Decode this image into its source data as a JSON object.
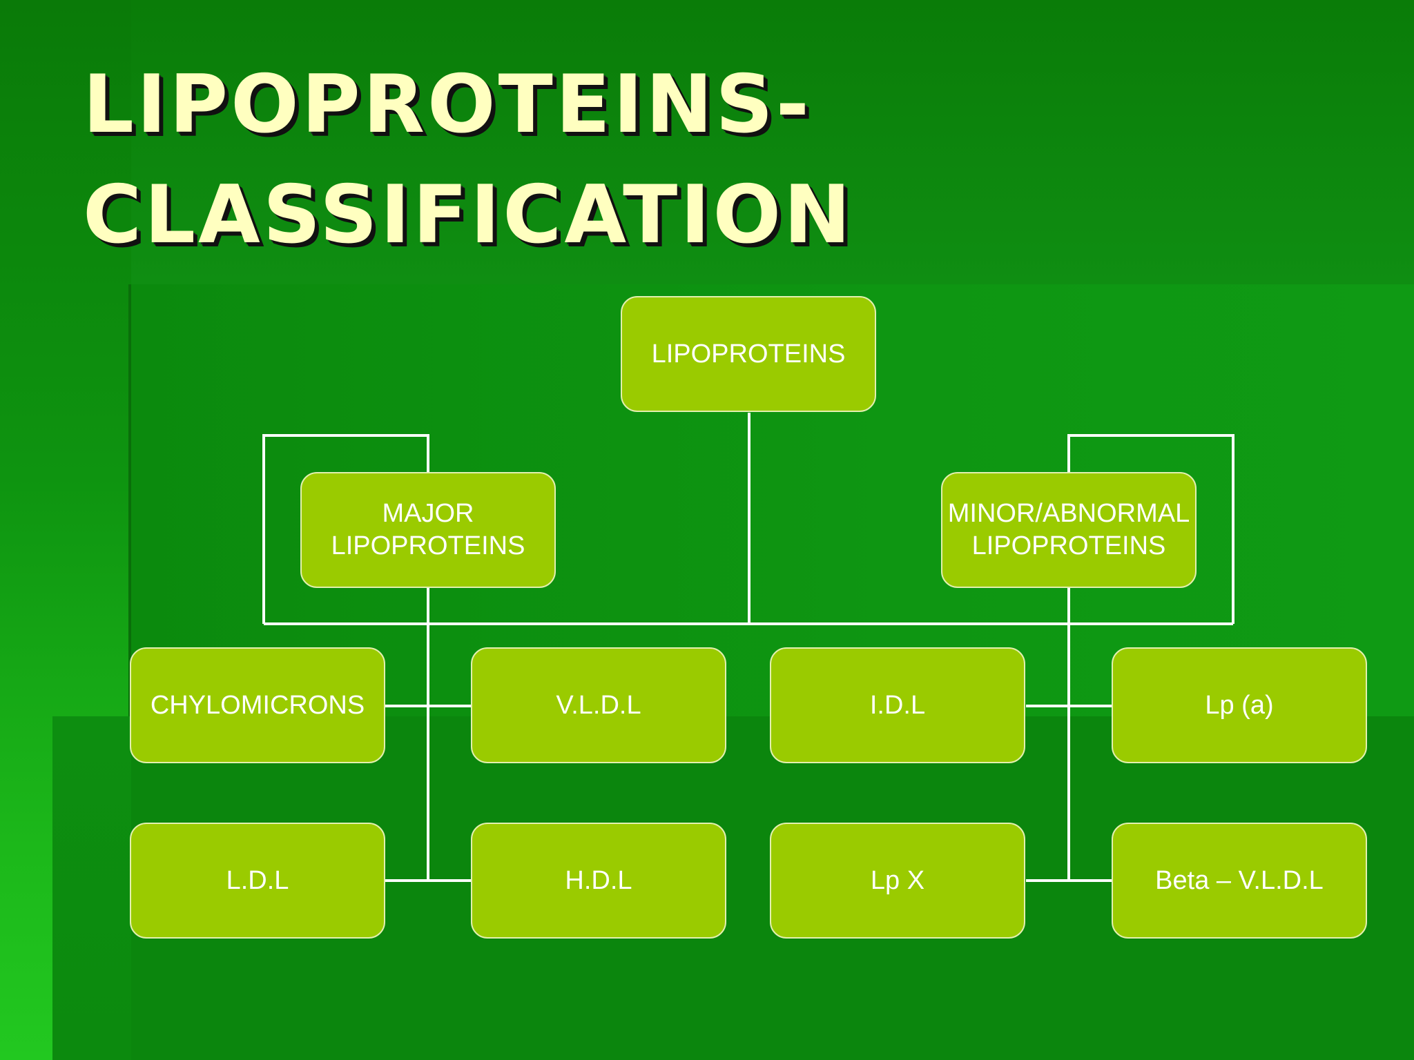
{
  "slide": {
    "title_line1": "LIPOPROTEINS-",
    "title_line2": "CLASSIFICATION"
  },
  "diagram": {
    "root": "LIPOPROTEINS",
    "major": "MAJOR\nLIPOPROTEINS",
    "minor": "MINOR/ABNORMAL\nLIPOPROTEINS",
    "major_children": [
      "CHYLOMICRONS",
      "V.L.D.L",
      "L.D.L",
      "H.D.L"
    ],
    "minor_children": [
      "I.D.L",
      "Lp (a)",
      "Lp X",
      "Beta – V.L.D.L"
    ]
  },
  "colors": {
    "node_fill": "#9acb00",
    "node_border": "#e3f0b0",
    "connector": "#ffffff",
    "title_text": "#ffffc0"
  }
}
